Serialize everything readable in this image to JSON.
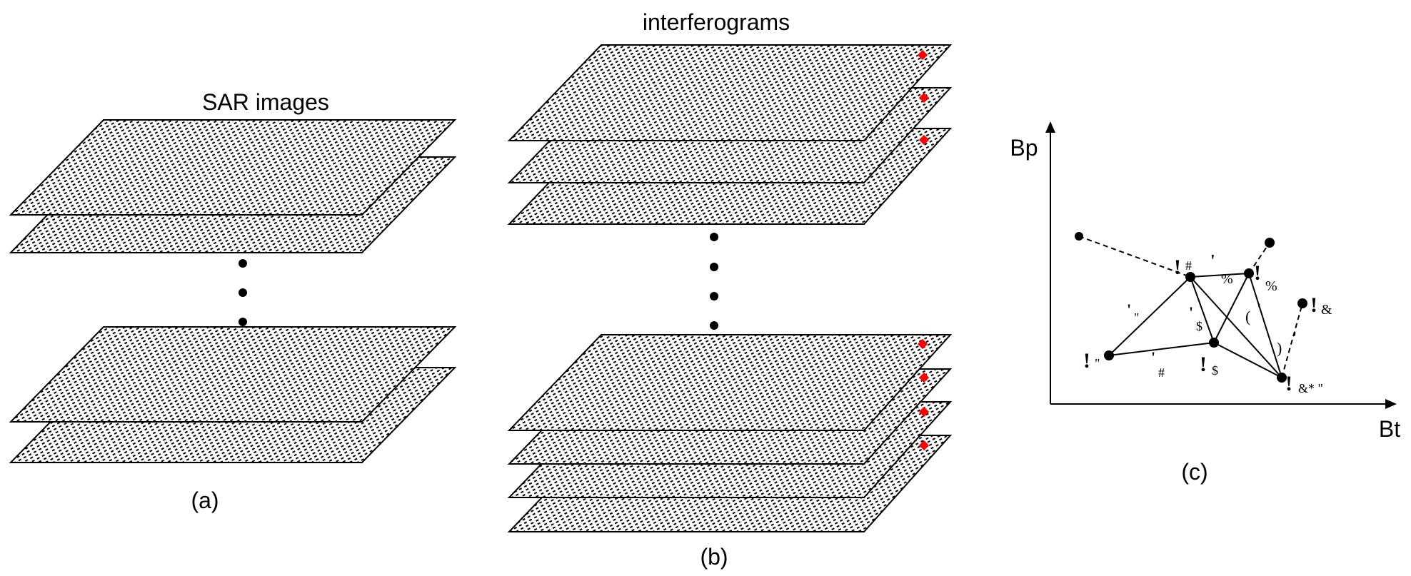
{
  "panel_a": {
    "title": "SAR images",
    "caption": "(a)"
  },
  "panel_b": {
    "title": "interferograms",
    "caption": "(b)"
  },
  "panel_c": {
    "y_axis_label": "Bp",
    "x_axis_label": "Bt",
    "caption": "(c)",
    "symbols": [
      "!",
      "#",
      "'",
      "%",
      "!",
      "%",
      "!",
      "&",
      "'",
      "\"",
      "'",
      "$",
      "(",
      "'",
      ")",
      "!",
      "\"",
      "'",
      "#",
      "!",
      "$",
      "!",
      "&* \"",
      "'"
    ]
  },
  "colors": {
    "line": "#000000",
    "hatch": "#000000",
    "marker": "#ff0000",
    "background": "#ffffff"
  }
}
